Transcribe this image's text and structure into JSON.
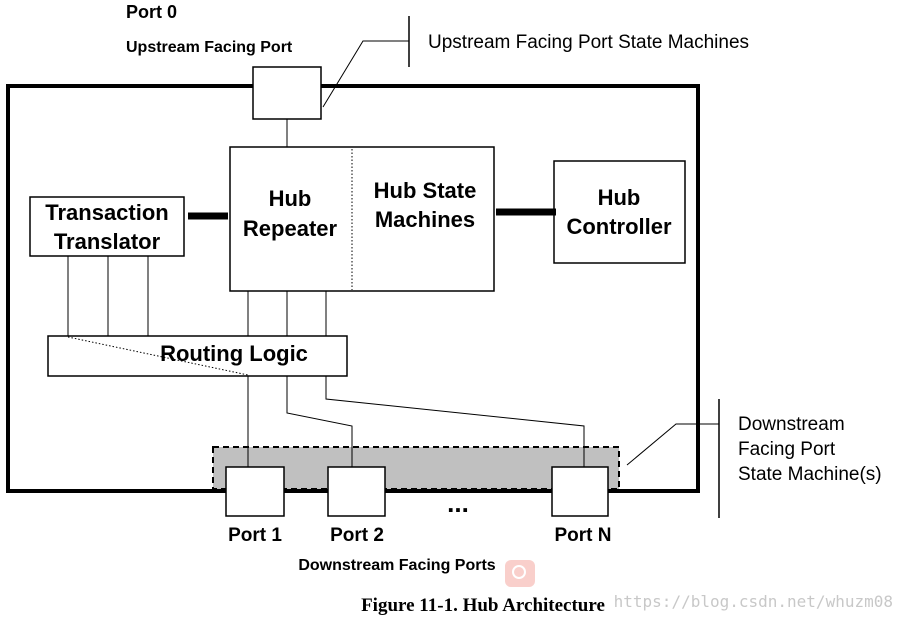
{
  "labels": {
    "port0": "Port 0",
    "upstream_port": "Upstream Facing Port",
    "upstream_sm": "Upstream Facing Port State Machines",
    "transaction_translator": [
      "Transaction",
      "Translator"
    ],
    "hub_repeater": [
      "Hub",
      "Repeater"
    ],
    "hub_state_machines": [
      "Hub State",
      "Machines"
    ],
    "hub_controller": [
      "Hub",
      "Controller"
    ],
    "routing_logic": "Routing Logic",
    "downstream_sm": [
      "Downstream",
      "Facing Port",
      "State Machine(s)"
    ],
    "port1": "Port 1",
    "port2": "Port 2",
    "ellipsis": "...",
    "portN": "Port N",
    "downstream_ports": "Downstream Facing Ports",
    "caption": "Figure 11-1.  Hub Architecture",
    "watermark": "https://blog.csdn.net/whuzm08"
  },
  "colors": {
    "line": "#000000",
    "downstream_band": "#c0c0c0",
    "watermark": "#c8c8c8",
    "watermark_badge": "#f4a8a0"
  }
}
